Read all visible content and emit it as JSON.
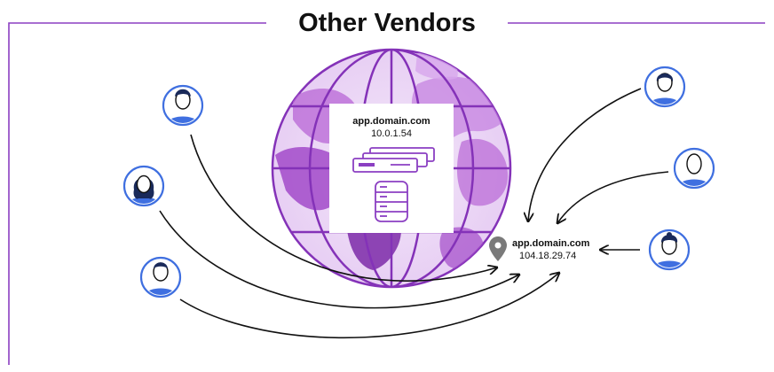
{
  "title": "Other Vendors",
  "origin_server": {
    "hostname": "app.domain.com",
    "ip": "10.0.1.54"
  },
  "edge_endpoint": {
    "hostname": "app.domain.com",
    "ip": "104.18.29.74"
  },
  "colors": {
    "frame": "#8b3fc2",
    "globe_light": "#f1e3f8",
    "globe_dark": "#a24ac9",
    "globe_lines": "#8432b8",
    "user_ring": "#3f6fe0",
    "arrow": "#111111",
    "pin": "#7a7a7a"
  },
  "icons": [
    "user-avatar-icon",
    "server-rack-icon",
    "database-icon",
    "location-pin-icon",
    "globe-icon"
  ]
}
